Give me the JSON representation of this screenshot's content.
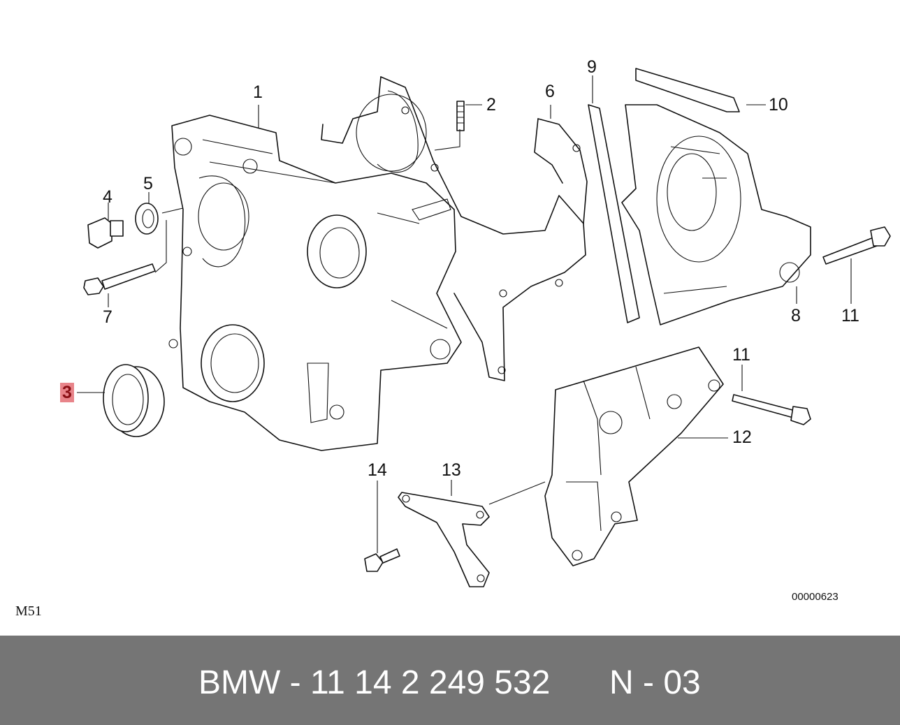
{
  "callouts": {
    "c1": "1",
    "c2": "2",
    "c3": "3",
    "c4": "4",
    "c5": "5",
    "c6": "6",
    "c7": "7",
    "c8": "8",
    "c9": "9",
    "c10": "10",
    "c11a": "11",
    "c11b": "11",
    "c12": "12",
    "c13": "13",
    "c14": "14"
  },
  "highlight_color": "#e8848a",
  "variant_label": "M51",
  "figure_code": "00000623",
  "footer": {
    "part_number": "BMW - 11 14 2 249 532",
    "reference": "N - 03",
    "background": "#757575"
  }
}
